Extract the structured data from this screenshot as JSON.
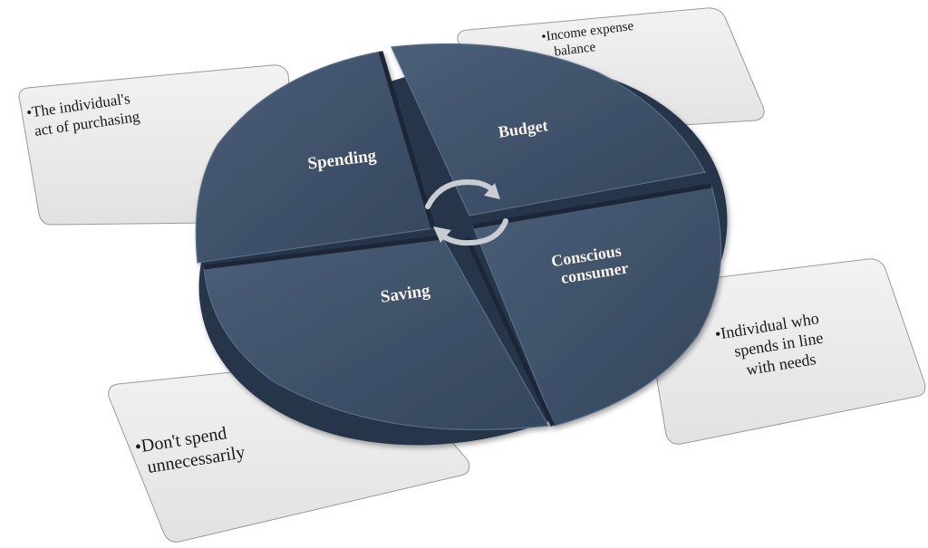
{
  "diagram": {
    "segments": [
      {
        "id": "spending",
        "label_lines": [
          "Spending"
        ]
      },
      {
        "id": "budget",
        "label_lines": [
          "Budget"
        ]
      },
      {
        "id": "saving",
        "label_lines": [
          "Saving"
        ]
      },
      {
        "id": "conscious",
        "label_lines": [
          "Conscious",
          "consumer"
        ]
      }
    ],
    "cards": [
      {
        "id": "spending",
        "bullet": "•",
        "lines": [
          "The individual's",
          "act of purchasing"
        ]
      },
      {
        "id": "budget",
        "bullet": "•",
        "lines": [
          "Income expense",
          "balance"
        ]
      },
      {
        "id": "saving",
        "bullet": "•",
        "lines": [
          "Don't spend",
          "unnecessarily"
        ]
      },
      {
        "id": "conscious",
        "bullet": "•",
        "lines": [
          "Individual who",
          "spends in line",
          "with needs"
        ]
      }
    ],
    "colors": {
      "disc_top": "#3e5168",
      "disc_side": "#26344a",
      "card_fill": "#ebebeb",
      "card_stroke": "#9a9a9a",
      "cycle_arrows": "#c9cdd2"
    },
    "center_icon": "cycle-arrows-icon"
  }
}
